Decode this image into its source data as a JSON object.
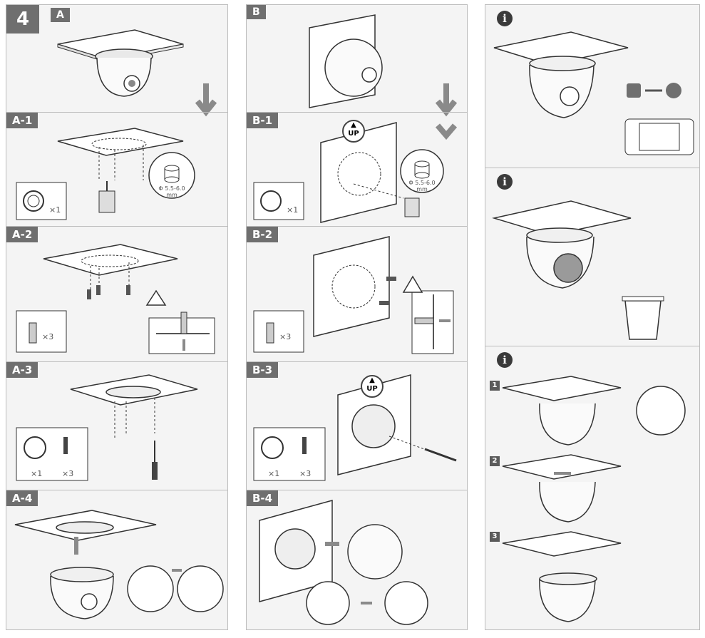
{
  "step": "4",
  "col_a": {
    "title": "A",
    "panels": [
      "A-1",
      "A-2",
      "A-3",
      "A-4"
    ],
    "a1": {
      "qty": "×1",
      "diameter": "Φ 5.5-6.0",
      "unit": "mm"
    },
    "a2": {
      "qty": "×3"
    },
    "a3": {
      "qty1": "×1",
      "qty2": "×3"
    }
  },
  "col_b": {
    "title": "B",
    "panels": [
      "B-1",
      "B-2",
      "B-3",
      "B-4"
    ],
    "b1": {
      "qty": "×1",
      "diameter": "Φ 5.5-6.0",
      "unit": "mm",
      "up": "UP"
    },
    "b2": {
      "qty": "×3"
    },
    "b3": {
      "qty1": "×1",
      "qty2": "×3",
      "up": "UP"
    }
  },
  "col_c": {
    "info": "i",
    "substeps": [
      "1",
      "2",
      "3"
    ]
  },
  "colors": {
    "tag": "#6f6f6f",
    "line": "#3a3a3a",
    "panel_bg": "#f4f4f4",
    "accent": "#8a8a8a"
  }
}
